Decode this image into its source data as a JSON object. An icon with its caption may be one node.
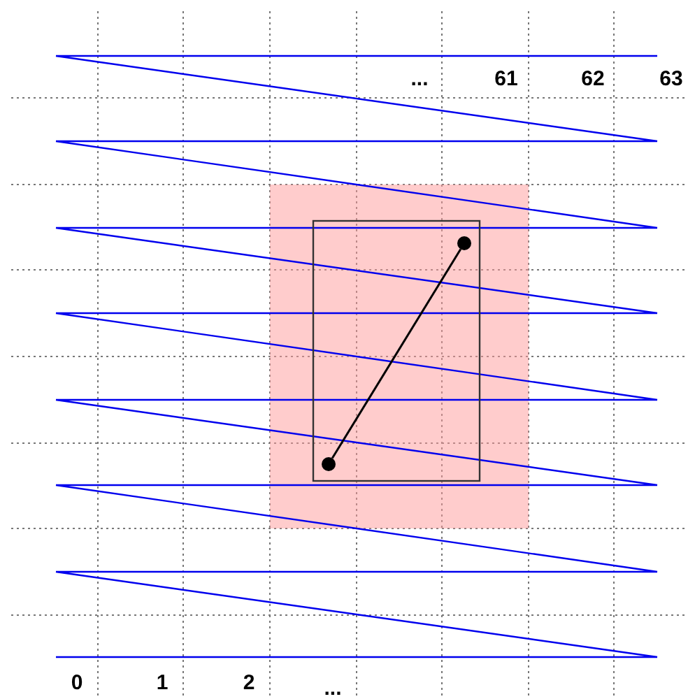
{
  "diagram": {
    "nodes": [
      {
        "text": [],
        "shape": "circle"
      },
      {
        "text": [],
        "shape": "circle"
      }
    ],
    "edges": [
      {
        "from": 0,
        "to": 1,
        "arrow": "none"
      }
    ],
    "labels": [
      "...",
      "61",
      "62",
      "63",
      "0",
      "1",
      "2",
      "..."
    ]
  }
}
